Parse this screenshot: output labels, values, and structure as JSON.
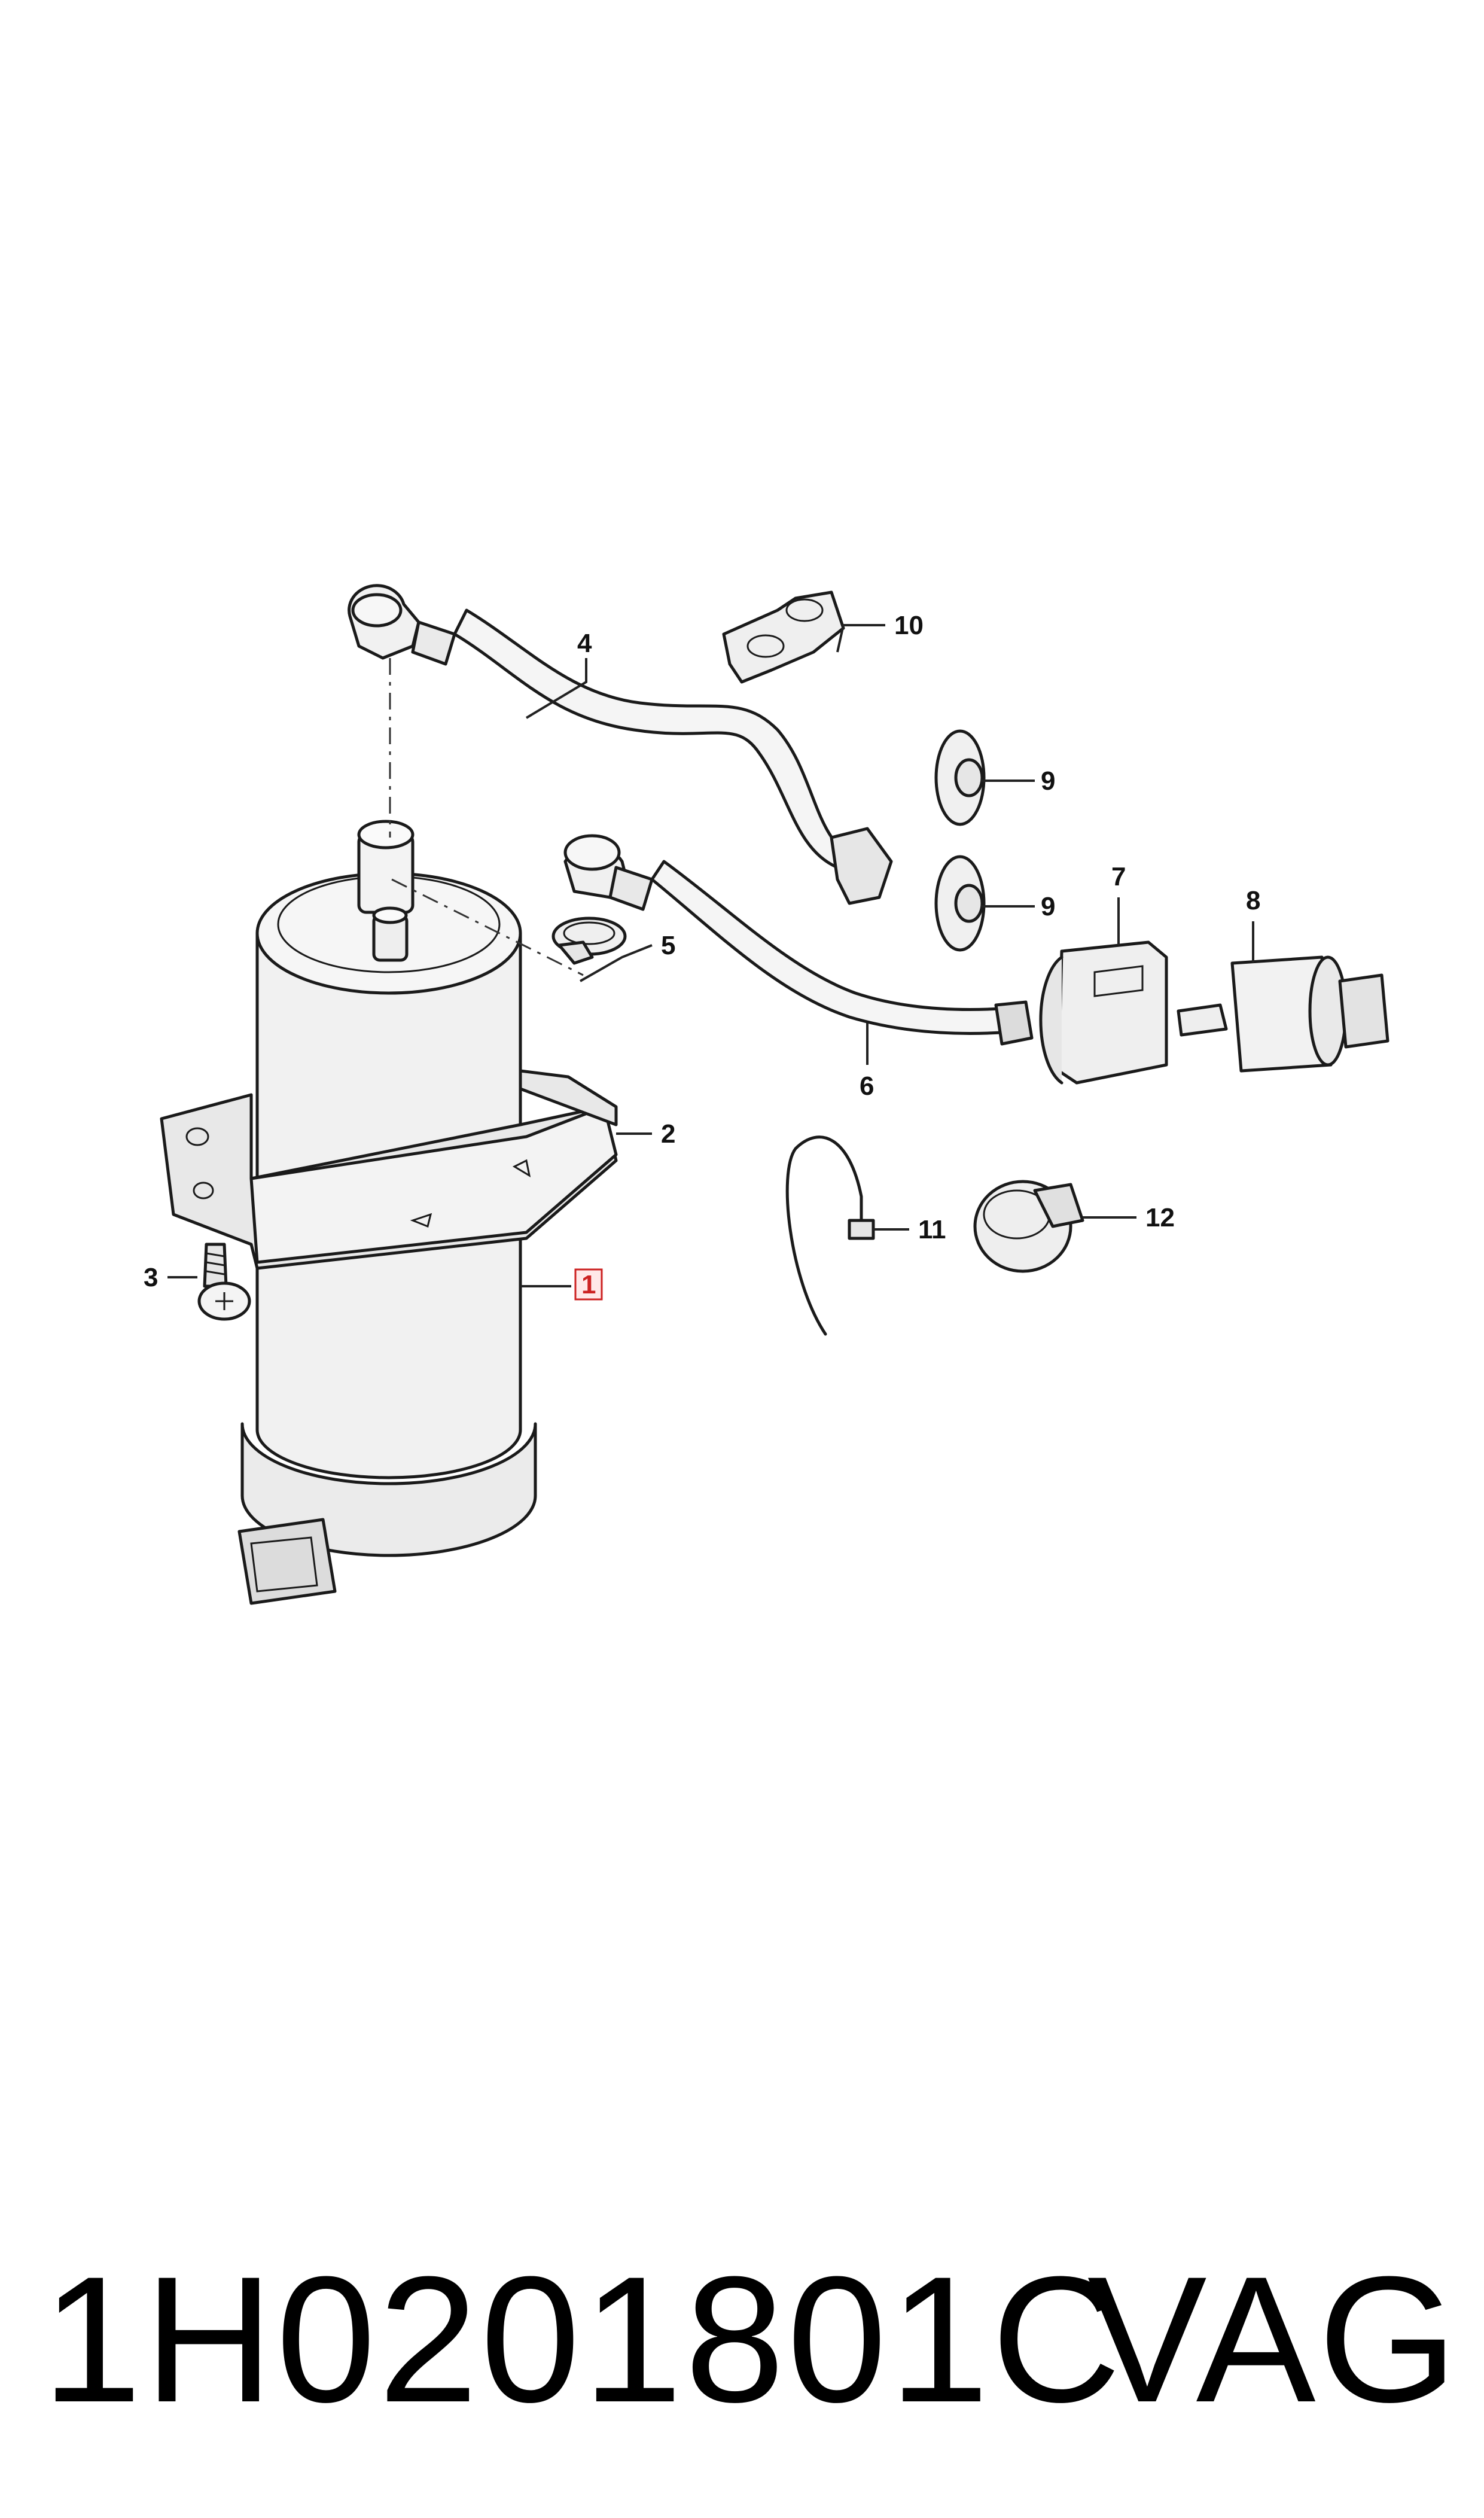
{
  "labels": {
    "p1": "1",
    "p2": "2",
    "p3": "3",
    "p4": "4",
    "p5": "5",
    "p6": "6",
    "p7": "7",
    "p8": "8",
    "p9a": "9",
    "p9b": "9",
    "p10": "10",
    "p11": "11",
    "p12": "12"
  },
  "highlighted_part": "1",
  "footer": {
    "part_number": "1H0201801C",
    "brand": "VAG"
  },
  "colors": {
    "part_fill": "#f1f1f1",
    "outline": "#1a1a1a",
    "highlight": "#cc2222"
  }
}
